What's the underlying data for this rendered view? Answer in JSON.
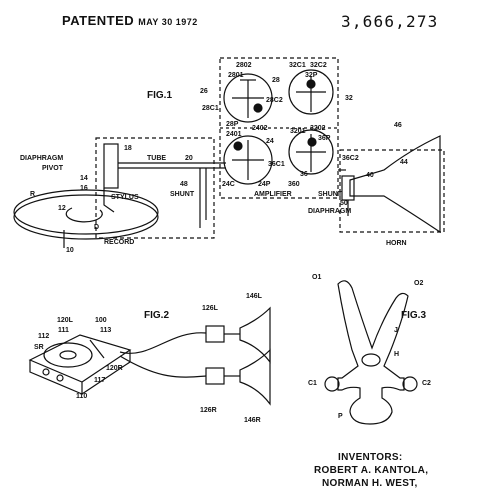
{
  "header": {
    "patented": "PATENTED",
    "date": "MAY 30 1972",
    "patent_number": "3,666,273"
  },
  "fig1": {
    "title": "FIG.1",
    "labels": {
      "diaphragm": "DIAPHRAGM",
      "pivot": "PIVOT",
      "tube": "TUBE",
      "stylus": "STYLUS",
      "record": "RECORD",
      "shunt": "SHUNT",
      "amplifier": "AMPLIFIER",
      "shunt_right": "SHUNT",
      "diaphragm_right": "DIAPHRAGM",
      "horn": "HORN"
    },
    "refs": [
      "2802",
      "2801",
      "28",
      "28C1",
      "28C2",
      "28P",
      "2402",
      "2401",
      "24",
      "24C",
      "24P",
      "26",
      "32C1",
      "32C2",
      "32P",
      "32",
      "3201",
      "3202",
      "36P",
      "36C1",
      "36C2",
      "36",
      "360",
      "46",
      "44",
      "40",
      "50",
      "R",
      "12",
      "D",
      "10",
      "14",
      "16",
      "18",
      "20",
      "48"
    ]
  },
  "fig2": {
    "title": "FIG.2",
    "refs": [
      "120L",
      "100",
      "111",
      "113",
      "112",
      "SR",
      "120R",
      "117",
      "110",
      "126L",
      "146L",
      "126R",
      "146R"
    ]
  },
  "fig3": {
    "title": "FIG.3",
    "refs": [
      "O1",
      "O2",
      "J",
      "H",
      "C1",
      "C2",
      "P"
    ]
  },
  "inventors": {
    "title": "INVENTORS:",
    "names": [
      "ROBERT A. KANTOLA,",
      "NORMAN H. WEST,"
    ]
  }
}
